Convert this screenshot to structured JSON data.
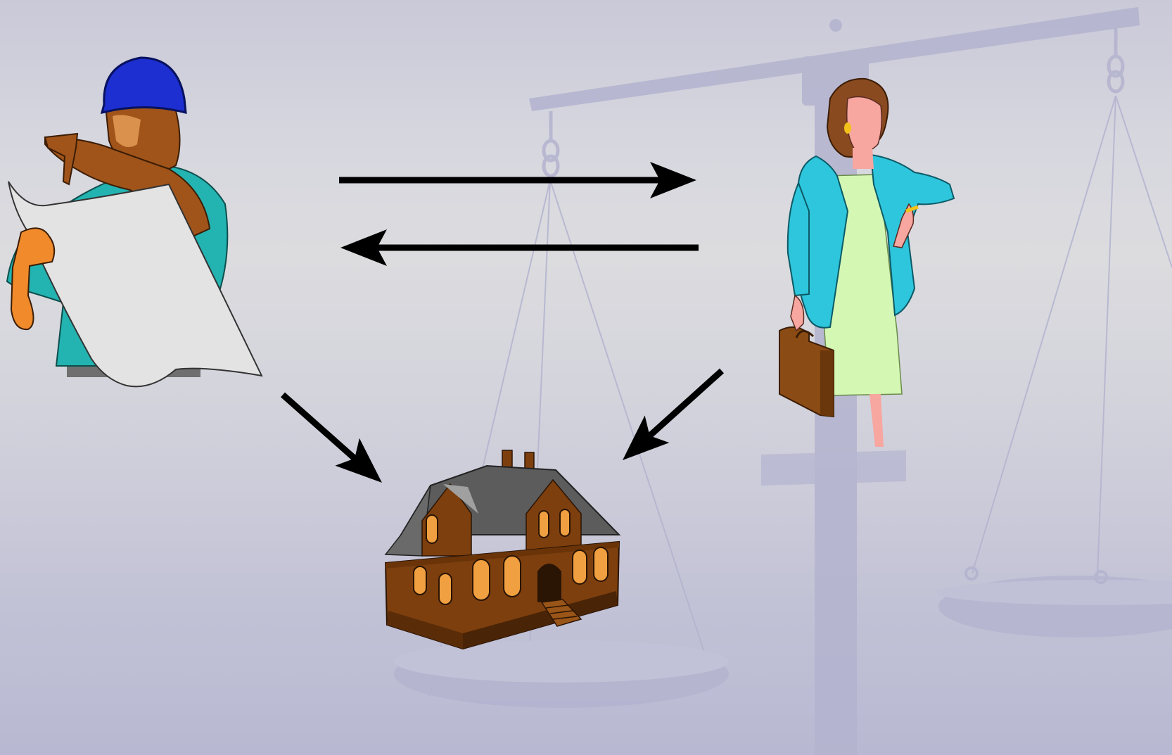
{
  "slide": {
    "background": {
      "top": "#c9c9d8",
      "middle": "#dcdcdf",
      "bottom": "#b8b8d2"
    },
    "watermark": {
      "name": "scales-of-justice",
      "color": "#b3b3cf"
    },
    "figures": [
      {
        "name": "construction-worker",
        "icon": "worker-with-blueprint-icon",
        "colors": {
          "helmet": "#1d2fd0",
          "shirt": "#23b3b1",
          "skin": "#a0541a",
          "blueprint": "#e3e3e3"
        }
      },
      {
        "name": "businesswoman",
        "icon": "businesswoman-with-briefcase-icon",
        "colors": {
          "jacket": "#2ec6dc",
          "dress": "#d4f7b4",
          "skin": "#f7a6a0",
          "hair": "#8a4a1f",
          "briefcase": "#8b4b14"
        }
      },
      {
        "name": "house",
        "icon": "house-icon",
        "colors": {
          "walls": "#7d3f0e",
          "roof": "#5c5c5c",
          "windows": "#f0a040"
        }
      }
    ],
    "arrows": [
      {
        "name": "arrow-worker-to-woman",
        "from": "construction-worker",
        "to": "businesswoman"
      },
      {
        "name": "arrow-woman-to-worker",
        "from": "businesswoman",
        "to": "construction-worker"
      },
      {
        "name": "arrow-worker-to-house",
        "from": "construction-worker",
        "to": "house"
      },
      {
        "name": "arrow-woman-to-house",
        "from": "businesswoman",
        "to": "house"
      }
    ],
    "arrow_color": "#000000"
  }
}
